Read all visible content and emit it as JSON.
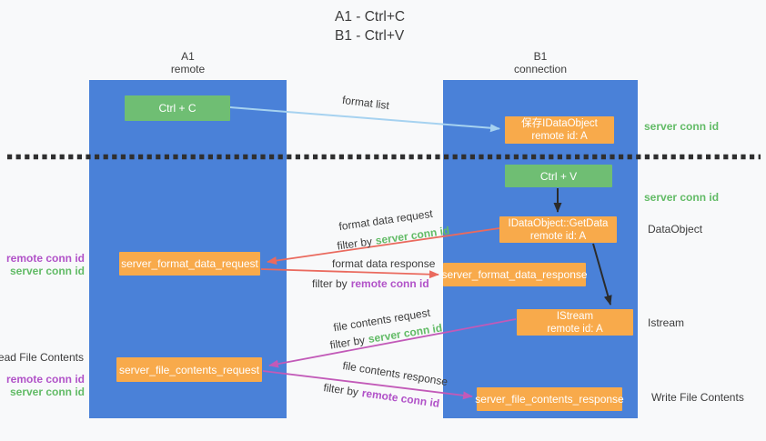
{
  "title": {
    "line1": "A1 - Ctrl+C",
    "line2": "B1 - Ctrl+V"
  },
  "lifelines": {
    "a1": {
      "name": "A1",
      "role": "remote"
    },
    "b1": {
      "name": "B1",
      "role": "connection"
    }
  },
  "nodes": {
    "ctrl_c": {
      "label": "Ctrl + C"
    },
    "save_idataobject": {
      "line1": "保存IDataObject",
      "line2": "remote id: A"
    },
    "ctrl_v": {
      "label": "Ctrl + V"
    },
    "getdata": {
      "line1": "IDataObject::GetData",
      "line2": "remote id: A"
    },
    "server_format_data_request": {
      "label": "server_format_data_request"
    },
    "server_format_data_response": {
      "label": "server_format_data_response"
    },
    "istream": {
      "line1": "IStream",
      "line2": "remote id: A"
    },
    "server_file_contents_request": {
      "label": "server_file_contents_request"
    },
    "server_file_contents_response": {
      "label": "server_file_contents_response"
    }
  },
  "arrow_labels": {
    "format_list": "format list",
    "format_data_request": "format data request",
    "format_data_response": "format data response",
    "file_contents_request": "file contents request",
    "file_contents_response": "file contents response",
    "filter_by": "filter by",
    "server_conn_id": "server conn id",
    "remote_conn_id": "remote conn id"
  },
  "side_labels": {
    "server_conn_id": "server conn id",
    "remote_conn_id": "remote conn id",
    "dataobject": "DataObject",
    "istream": "Istream",
    "read_file_contents": "Read File Contents",
    "write_file_contents": "Write File Contents"
  },
  "colors": {
    "canvas_bg": "#f8f9fa",
    "lifeline_blue": "#4a81d8",
    "node_green": "#6fbe73",
    "node_orange": "#f8aa4b",
    "arrow_blue": "#a6d2f0",
    "arrow_red": "#ea6a5e",
    "arrow_magenta": "#c25ab8",
    "arrow_black": "#2b2b2b",
    "text_green": "#62bb66",
    "text_purple": "#b152c8",
    "text_dark": "#3c3c3c",
    "divider": "#2f2f2f"
  }
}
